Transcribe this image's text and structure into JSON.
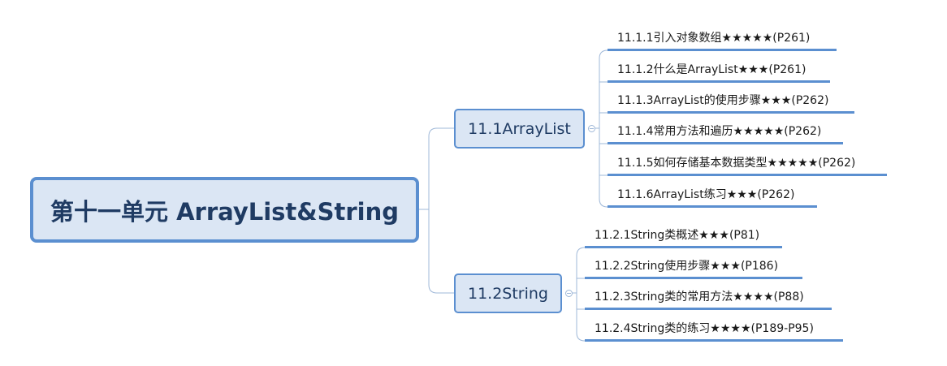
{
  "root": {
    "label": "第十一单元 ArrayList&String"
  },
  "branches": [
    {
      "label": "11.1ArrayList",
      "items": [
        "11.1.1引入对象数组★★★★★(P261)",
        "11.1.2什么是ArrayList★★★(P261)",
        "11.1.3ArrayList的使用步骤★★★(P262)",
        "11.1.4常用方法和遍历★★★★★(P262)",
        "11.1.5如何存储基本数据类型★★★★★(P262)",
        "11.1.6ArrayList练习★★★(P262)"
      ]
    },
    {
      "label": "11.2String",
      "items": [
        "11.2.1String类概述★★★(P81)",
        "11.2.2String使用步骤★★★(P186)",
        "11.2.3String类的常用方法★★★★(P88)",
        "11.2.4String类的练习★★★★(P189-P95)"
      ]
    }
  ],
  "colors": {
    "accent": "#5b8fd0",
    "node_fill": "#dbe6f4",
    "node_text": "#1f3b63",
    "connector": "#9fb8d8"
  }
}
